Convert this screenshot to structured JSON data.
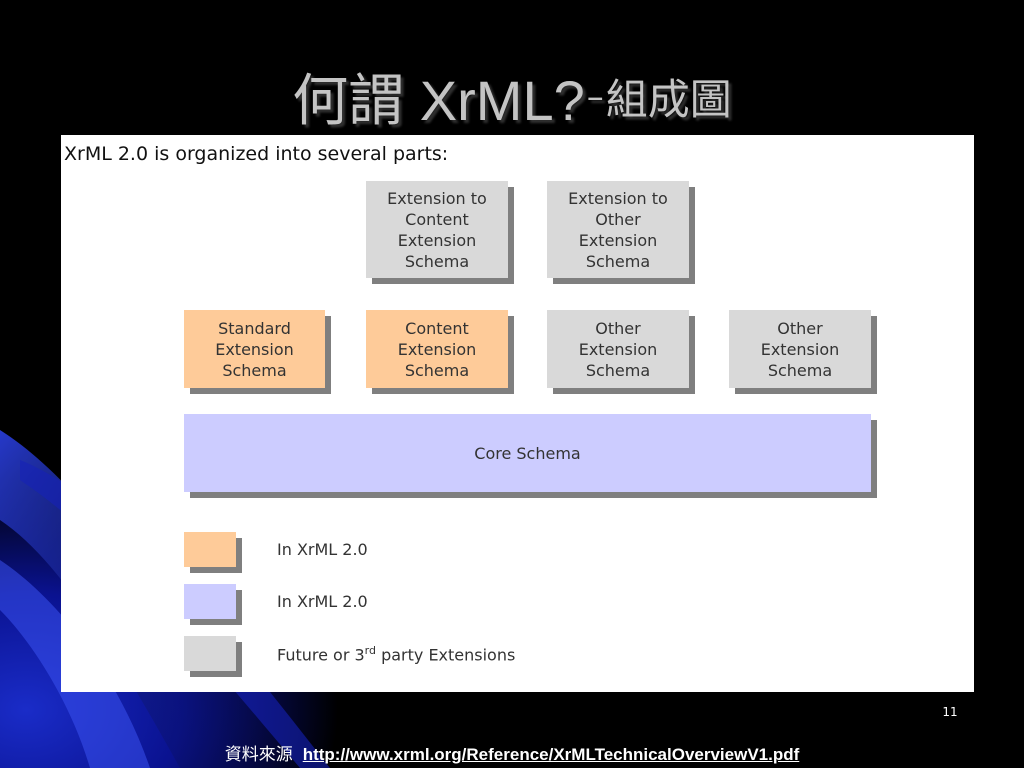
{
  "slide": {
    "title_main": "何謂 XrML?",
    "title_separator": "–",
    "title_sub": "組成圖",
    "page_number": "11"
  },
  "diagram": {
    "intro": "XrML 2.0 is organized into several parts:",
    "top_row": [
      {
        "label": "Extension to\nContent\nExtension\nSchema"
      },
      {
        "label": "Extension to\nOther\nExtension\nSchema"
      }
    ],
    "middle_row": [
      {
        "label": "Standard\nExtension\nSchema"
      },
      {
        "label": "Content\nExtension\nSchema"
      },
      {
        "label": "Other\nExtension\nSchema"
      },
      {
        "label": "Other\nExtension\nSchema"
      }
    ],
    "core": {
      "label": "Core Schema"
    },
    "legend": [
      {
        "label": "In XrML 2.0",
        "color": "#fecb99"
      },
      {
        "label": "In XrML 2.0",
        "color": "#ccccff"
      },
      {
        "label_prefix": "Future or 3",
        "label_sup": "rd",
        "label_suffix": " party Extensions",
        "color": "#d9d9d9"
      }
    ]
  },
  "source": {
    "label": "資料來源",
    "url": "http://www.xrml.org/Reference/XrMLTechnicalOverviewV1.pdf"
  },
  "colors": {
    "background": "#000000",
    "background_accent": "#0a1aa8",
    "panel": "#ffffff",
    "extension_box": "#d9d9d9",
    "standard_box": "#fecb99",
    "core_box": "#ccccff",
    "shadow": "#7f7f7f",
    "title_text": "#c4c4c4"
  }
}
